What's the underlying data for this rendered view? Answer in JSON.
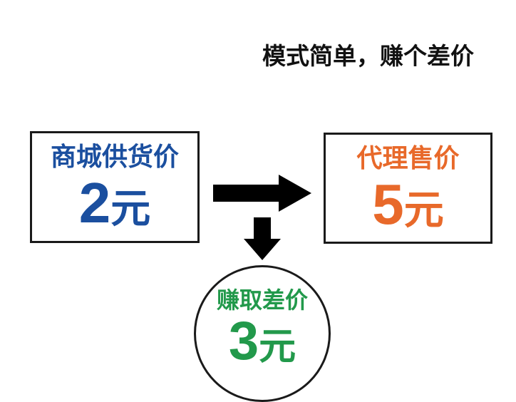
{
  "headline": "模式简单，赚个差价",
  "colors": {
    "supply": "#1b4f9f",
    "agent": "#e8692a",
    "profit": "#22994b",
    "border": "#1a1a1a",
    "arrow": "#000000"
  },
  "supply_box": {
    "label": "商城供货价",
    "amount": "2",
    "unit": "元"
  },
  "agent_box": {
    "label": "代理售价",
    "amount": "5",
    "unit": "元"
  },
  "profit_circle": {
    "label": "赚取差价",
    "amount": "3",
    "unit": "元"
  },
  "arrows": [
    {
      "name": "right-arrow",
      "direction": "right"
    },
    {
      "name": "down-arrow",
      "direction": "down"
    }
  ]
}
